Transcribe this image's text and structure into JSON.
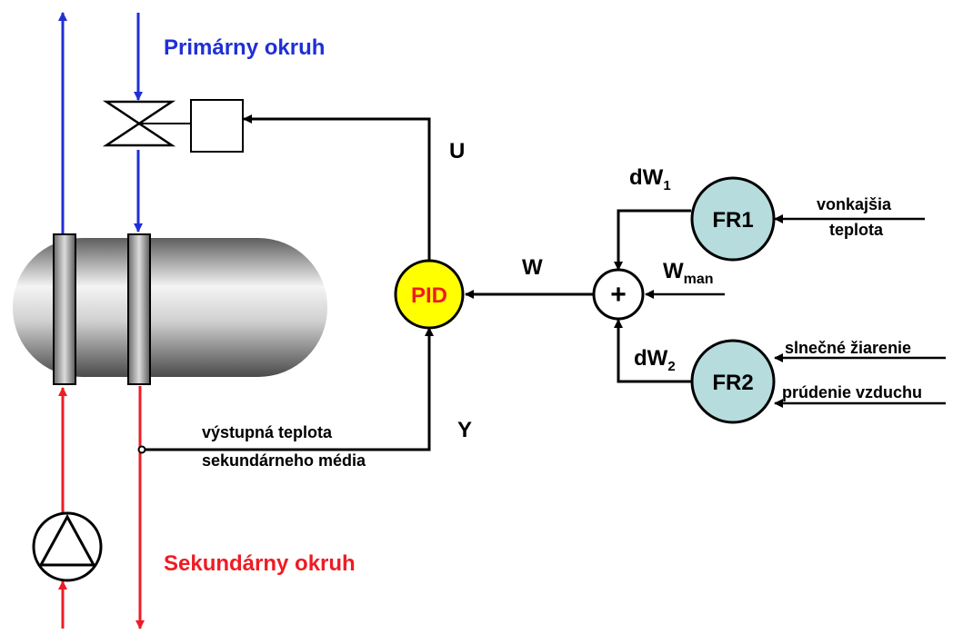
{
  "labels": {
    "primary_circuit": "Primárny okruh",
    "secondary_circuit": "Sekundárny okruh",
    "pid": "PID",
    "u": "U",
    "w": "W",
    "y": "Y",
    "dw1_main": "dW",
    "dw1_sub": "1",
    "dw2_main": "dW",
    "dw2_sub": "2",
    "wman_main": "W",
    "wman_sub": "man",
    "sum_sign": "+",
    "fr1": "FR1",
    "fr2": "FR2",
    "outside_temp_line1": "vonkajšia",
    "outside_temp_line2": "teplota",
    "solar_radiation": "slnečné žiarenie",
    "air_flow": "prúdenie vzduchu",
    "output_temp_line1": "výstupná teplota",
    "output_temp_line2": "sekundárneho média"
  },
  "colors": {
    "primary": "#1f2fd6",
    "secondary": "#ee1c24",
    "pid_fill": "#ffff00",
    "fr_fill": "#b6dcdd",
    "line": "#000000"
  }
}
